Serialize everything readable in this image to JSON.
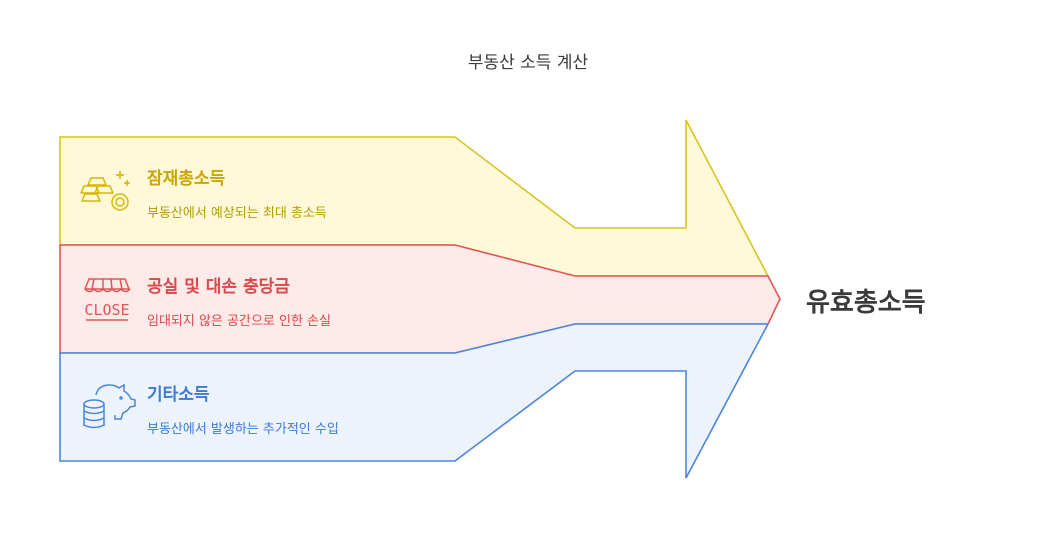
{
  "title": "부동산 소득 계산",
  "result": "유효총소득",
  "items": [
    {
      "label": "잠재총소득",
      "desc": "부동산에서 예상되는 최대 총소득",
      "icon": "gold-bars-coin-icon",
      "color": "#d4b800"
    },
    {
      "label": "공실 및 대손 충당금",
      "desc": "임대되지 않은 공간으로 인한 손실",
      "icon": "closed-shop-icon",
      "color": "#e05555"
    },
    {
      "label": "기타소득",
      "desc": "부동산에서 발생하는 추가적인 수입",
      "icon": "piggy-bank-coins-icon",
      "color": "#4a86d8"
    }
  ],
  "icon_texts": {
    "closed_sign": "CLOSE"
  }
}
